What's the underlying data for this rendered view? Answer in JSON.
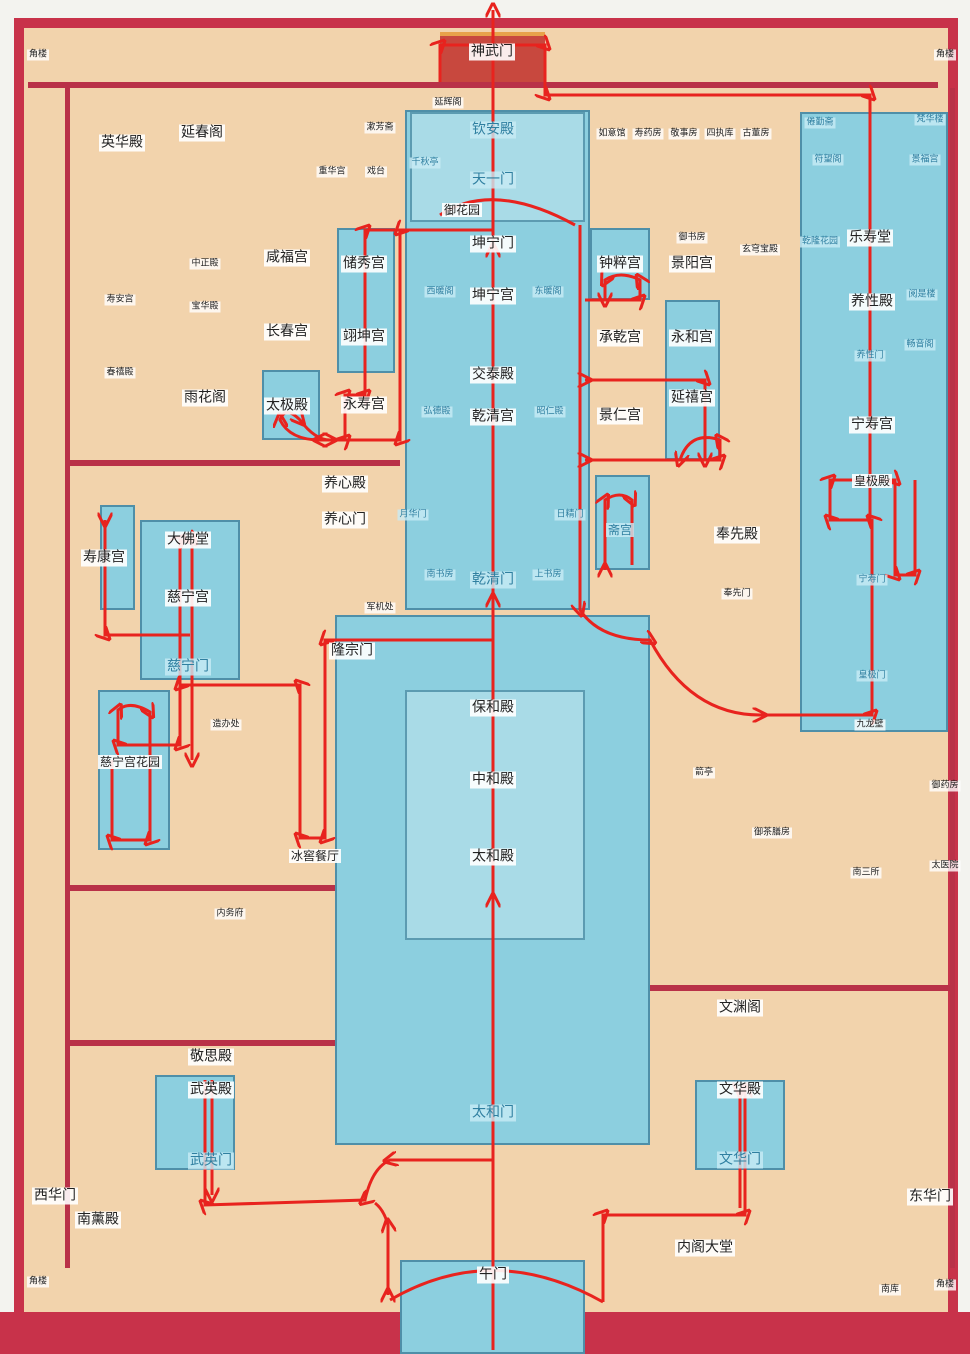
{
  "title": "故宫游览路线图",
  "colors": {
    "route": "#e8231e",
    "wall": "#c8324a",
    "ground": "#f2d3ac",
    "courtyard": "#8ccfdf"
  },
  "labels": {
    "shenwumen": "神武门",
    "jiaolou_nw": "角楼",
    "jiaolou_ne": "角楼",
    "jiaolou_sw": "角楼",
    "jiaolou_se": "角楼",
    "yanhuige": "延辉阁",
    "yinghuadian": "英华殿",
    "yanchunge": "延春阁",
    "shufangzhai": "漱芳斋",
    "qinandian": "钦安殿",
    "qianqiuting": "千秋亭",
    "chonghuagong": "重华宫",
    "xitai": "戏台",
    "tianyimen": "天一门",
    "yuhuayuan": "御花园",
    "ruyiguan": "如意馆",
    "shouyaofang": "寿药房",
    "jingshifang": "敬事房",
    "sizhiku": "四执库",
    "gudongfang": "古董房",
    "juanqinzhai": "倦勤斋",
    "fanhualou": "梵华楼",
    "fuwangge": "符望阁",
    "jingfugong": "景福宫",
    "qianlonghuayuan": "乾隆花园",
    "leshoutang": "乐寿堂",
    "yangxingdian": "养性殿",
    "changyinge": "阅是楼",
    "yangxingmen": "养性门",
    "xunhuoting": "畅音阁",
    "ningshougong": "宁寿宫",
    "huangjidian": "皇极殿",
    "ningshoumen": "宁寿门",
    "huangjimen": "皇极门",
    "jiulongbi": "九龙壁",
    "kunningmen": "坤宁门",
    "kunninggong": "坤宁宫",
    "xinuange": "西暖阁",
    "dongnuange": "东暖阁",
    "jiaotaidian": "交泰殿",
    "qianqinggong": "乾清宫",
    "hongdedian": "弘德殿",
    "zhaorendian": "昭仁殿",
    "yuehuamen": "月华门",
    "rijingmen": "日精门",
    "nanshufang": "南书房",
    "shangshufang": "上书房",
    "qianqingmen": "乾清门",
    "junjichu": "军机处",
    "xianfugong": "咸福宫",
    "chuxiugong": "储秀宫",
    "changchungong": "长春宫",
    "yikungong": "翊坤宫",
    "taijidian": "太极殿",
    "yongshougong": "永寿宫",
    "yangxindian": "养心殿",
    "yangxinmen": "养心门",
    "zhongcuigong": "钟粹宫",
    "jingyanggong": "景阳宫",
    "yushufang": "御书房",
    "xuanqiongbaodian": "玄穹宝殿",
    "chengqiangong": "承乾宫",
    "yonghegong": "永和宫",
    "jingrengong": "景仁宫",
    "yanxigong": "延禧宫",
    "zhaigong": "斋宫",
    "fengxiandian": "奉先殿",
    "fengxianmen": "奉先门",
    "zhongzhengdian": "中正殿",
    "baohuadian": "宝华殿",
    "shouangong": "寿安宫",
    "chunxidian": "春禧殿",
    "yuhuage": "雨花阁",
    "shoukanggong": "寿康宫",
    "dafotang": "大佛堂",
    "cininggong": "慈宁宫",
    "ciningmen": "慈宁门",
    "ciningflower": "慈宁宫花园",
    "zaobanchu": "造办处",
    "longzongmen": "隆宗门",
    "bingjiao": "冰窖餐厅",
    "neiwufu": "内务府",
    "baohedian": "保和殿",
    "zhonghedian": "中和殿",
    "taihedian": "太和殿",
    "taihemen": "太和门",
    "wumen": "午门",
    "jianting": "箭亭",
    "yuyaofang": "御药房",
    "yuchashanfang": "御茶膳房",
    "nansansuo": "南三所",
    "taiyiyuan": "太医院",
    "jingsidian": "敬思殿",
    "wuyingdian": "武英殿",
    "wuyingmen": "武英门",
    "wenyuange": "文渊阁",
    "wenhuadian": "文华殿",
    "wenhuamen": "文华门",
    "xihuamen": "西华门",
    "nanxundian": "南薰殿",
    "donghuamen": "东华门",
    "neigedatang": "内阁大堂",
    "nanku": "南库"
  }
}
